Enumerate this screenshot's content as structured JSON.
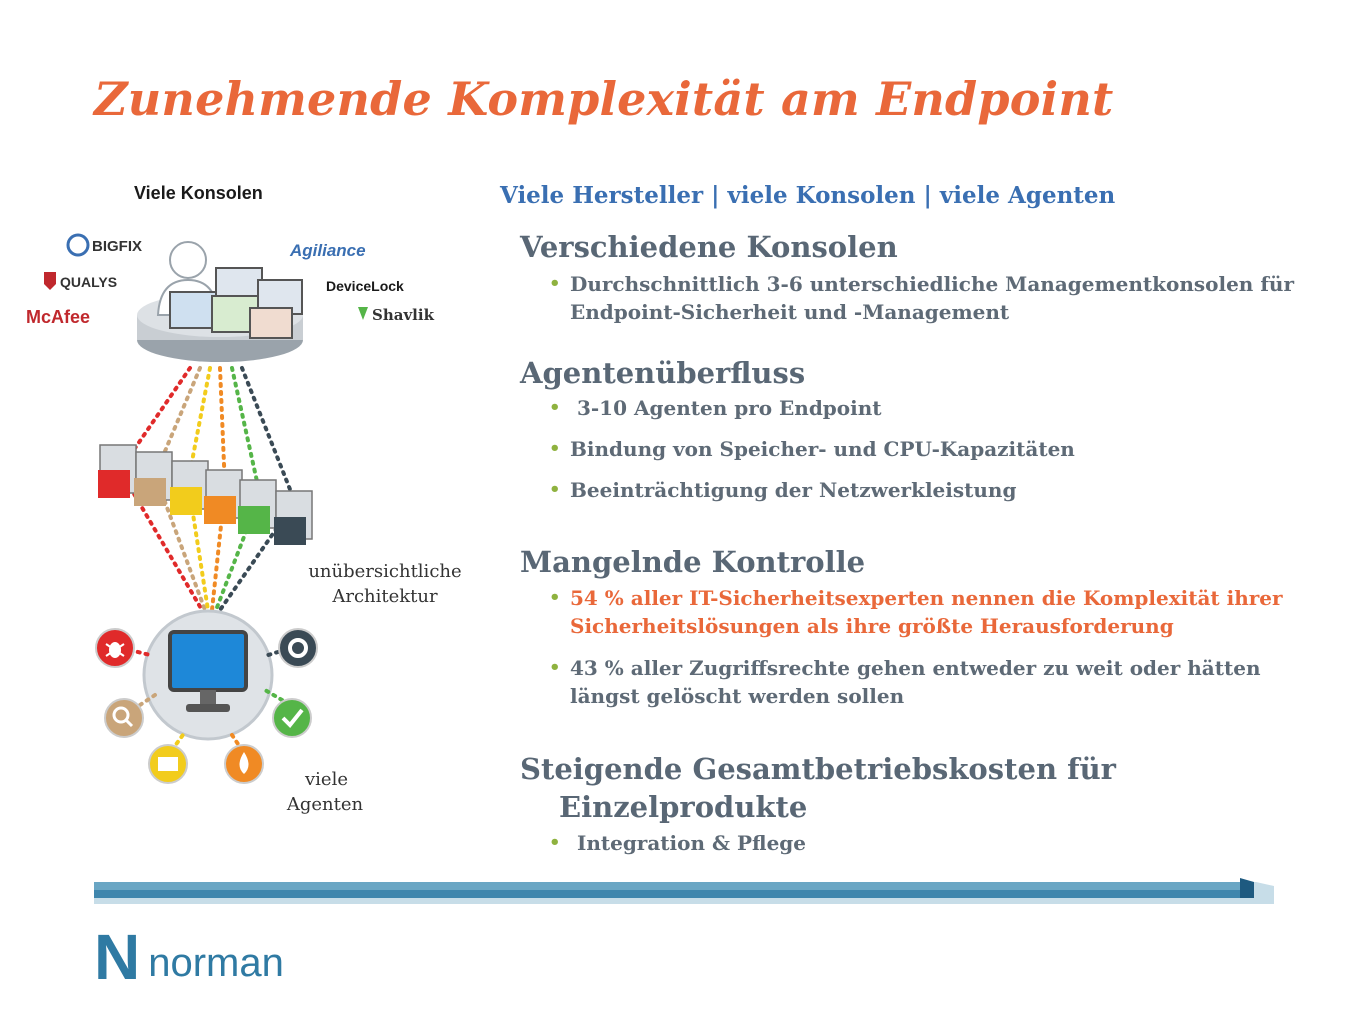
{
  "title": "Zunehmende Komplexität am Endpoint",
  "diagram": {
    "top_label": "Viele Konsolen",
    "architecture_label": [
      "unübersichtliche",
      "Architektur"
    ],
    "agents_label": [
      "viele",
      "Agenten"
    ],
    "vendor_logos": [
      "BIGFIX",
      "QUALYS",
      "McAfee",
      "Agiliance",
      "DeviceLock",
      "Shavlik"
    ],
    "colors": {
      "red": "#e02a2a",
      "tan": "#c9a57a",
      "yellow": "#f2cc1c",
      "orange": "#f08a24",
      "green": "#55b548",
      "dark": "#3a4a55"
    }
  },
  "subtitle": "Viele Hersteller | viele Konsolen | viele Agenten",
  "sections": [
    {
      "heading": "Verschiedene Konsolen",
      "bullets": [
        "Durchschnittlich 3-6 unterschiedliche Managementkonsolen für Endpoint-Sicherheit und -Management"
      ]
    },
    {
      "heading": "Agentenüberfluss",
      "bullets": [
        " 3-10 Agenten pro Endpoint",
        "Bindung von Speicher- und CPU-Kapazitäten",
        "Beeinträchtigung der Netzwerkleistung"
      ]
    },
    {
      "heading": "Mangelnde Kontrolle",
      "bullets": [
        "54 % aller IT-Sicherheitsexperten nennen die Komplexität ihrer Sicherheitslösungen als ihre größte Herausforderung",
        "43 % aller Zugriffsrechte gehen entweder zu weit oder hätten längst gelöscht werden sollen"
      ]
    },
    {
      "heading": "Steigende Gesamtbetriebskosten für",
      "heading_line2": "Einzelprodukte",
      "bullets": [
        " Integration & Pflege"
      ]
    }
  ],
  "footer": {
    "logo_letter": "N",
    "logo_text": "norman",
    "brand_color": "#2f7aa3"
  }
}
